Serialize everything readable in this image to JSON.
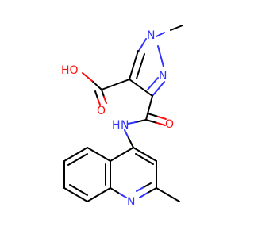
{
  "molecule": {
    "colors": {
      "carbon_bond": "#000000",
      "nitrogen": "#3333ff",
      "oxygen": "#ff0d0d",
      "background": "#ffffff"
    },
    "labels": {
      "pyrazole_n1": "N",
      "pyrazole_n2": "N",
      "amide_n": "N",
      "amide_h": "H",
      "quinoline_n": "N",
      "acid_oh": "HO",
      "acid_o": "O",
      "amide_o": "O"
    }
  }
}
